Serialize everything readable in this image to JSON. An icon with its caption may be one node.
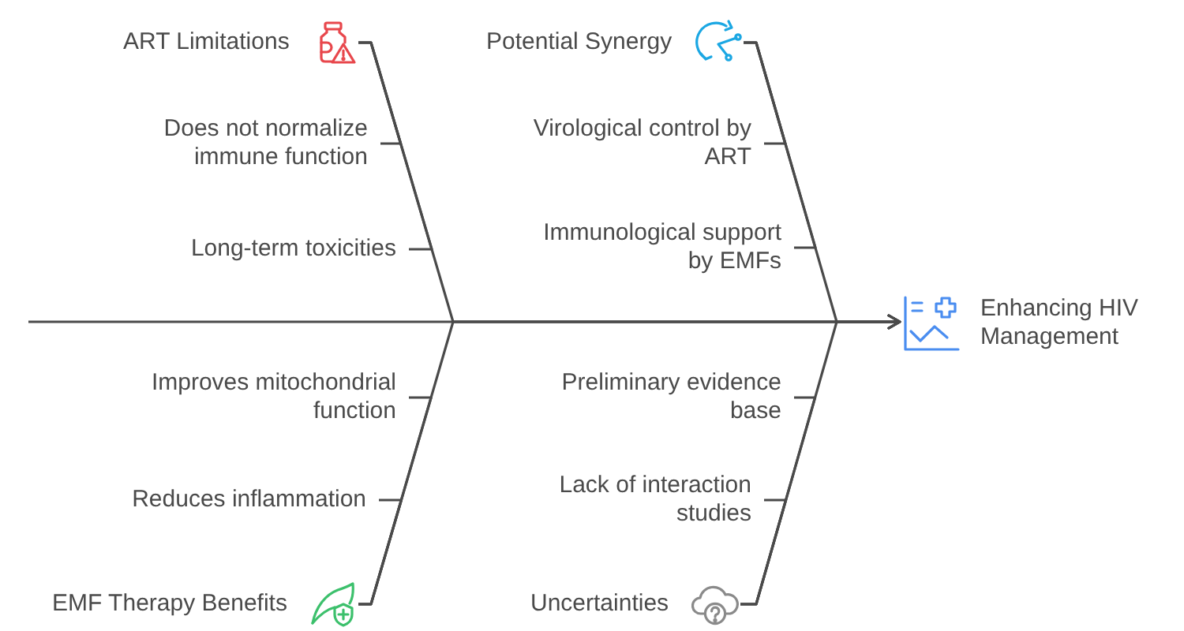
{
  "diagram": {
    "nodes": [
      {
        "text": [
          "ART Limitations"
        ]
      },
      {
        "text": [
          "Does not normalize immune function"
        ]
      },
      {
        "text": [
          "Long-term toxicities"
        ]
      },
      {
        "text": [
          "Potential Synergy"
        ]
      },
      {
        "text": [
          "Virological control by ART"
        ]
      },
      {
        "text": [
          "Immunological support by EMFs"
        ]
      },
      {
        "text": [
          "EMF Therapy Benefits"
        ]
      },
      {
        "text": [
          "Improves mitochondrial function"
        ]
      },
      {
        "text": [
          "Reduces inflammation"
        ]
      },
      {
        "text": [
          "Uncertainties"
        ]
      },
      {
        "text": [
          "Preliminary evidence base"
        ]
      },
      {
        "text": [
          "Lack of interaction studies"
        ]
      },
      {
        "text": [
          "Enhancing HIV Management"
        ]
      }
    ],
    "edges": [
      {
        "from": null,
        "to": 12,
        "arrow": "to"
      },
      {
        "from": 0,
        "to": 12,
        "arrow": "to"
      },
      {
        "from": 3,
        "to": 12,
        "arrow": "to"
      },
      {
        "from": 6,
        "to": 12,
        "arrow": "to"
      },
      {
        "from": 9,
        "to": 12,
        "arrow": "to"
      },
      {
        "from": 1,
        "to": 0,
        "arrow": "none"
      },
      {
        "from": 2,
        "to": 0,
        "arrow": "none"
      },
      {
        "from": 4,
        "to": 3,
        "arrow": "none"
      },
      {
        "from": 5,
        "to": 3,
        "arrow": "none"
      },
      {
        "from": 7,
        "to": 6,
        "arrow": "none"
      },
      {
        "from": 8,
        "to": 6,
        "arrow": "none"
      },
      {
        "from": 10,
        "to": 9,
        "arrow": "none"
      },
      {
        "from": 11,
        "to": 9,
        "arrow": "none"
      }
    ]
  }
}
